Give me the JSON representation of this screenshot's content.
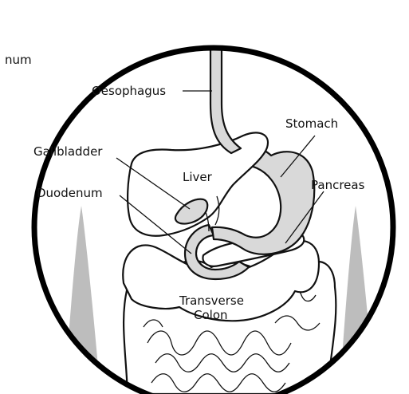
{
  "labels": {
    "clipped": "num",
    "oesophagus": "Oesophagus",
    "stomach": "Stomach",
    "gallbladder": "Gallbladder",
    "liver": "Liver",
    "duodenum": "Duodenum",
    "pancreas": "Pancreas",
    "transverse_line1": "Transverse",
    "transverse_line2": "Colon"
  },
  "colors": {
    "organ_fill": "#d9d9d9",
    "flank_fill": "#bdbdbd",
    "outline": "#111111",
    "background": "#ffffff"
  }
}
